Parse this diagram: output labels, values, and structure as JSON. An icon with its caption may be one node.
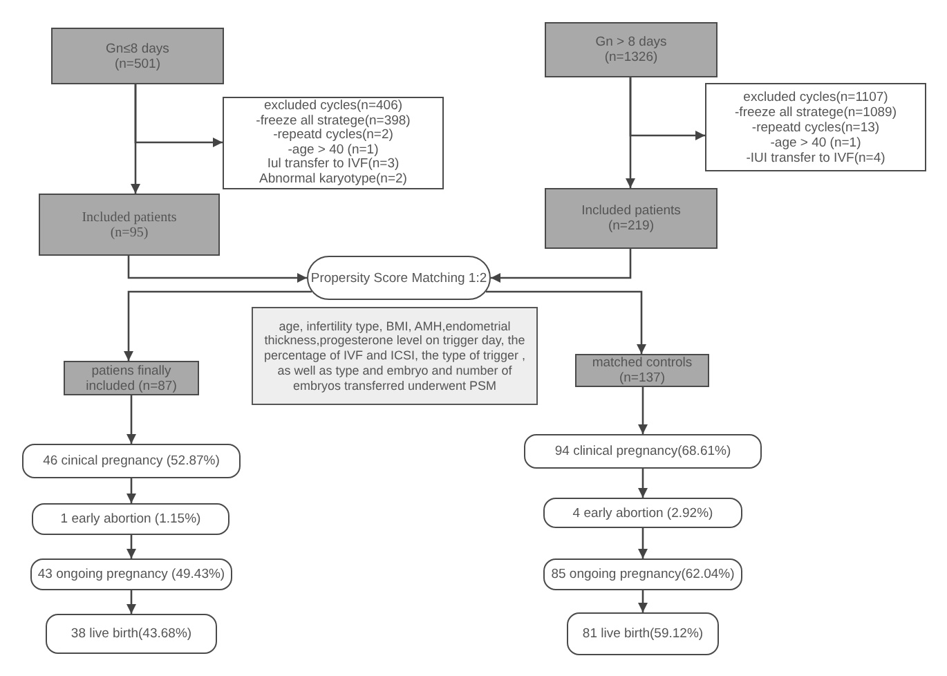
{
  "diagram": {
    "nodes": [
      {
        "text": [
          "Gn≤8 days (n=501)"
        ]
      },
      {
        "text": [
          "excluded cycles(n=406)",
          "-freeze all stratege(n=398)",
          "-repeatd cycles(n=2)",
          "-age > 40 (n=1)",
          "Iul transfer to IVF(n=3)",
          "Abnormal karyotype(n=2)"
        ]
      },
      {
        "text": [
          "Gn > 8 days (n=1326)"
        ]
      },
      {
        "text": [
          "excluded cycles(n=1107)",
          "-freeze all stratege(n=1089)",
          "-repeatd cycles(n=13)",
          "-age > 40 (n=1)",
          "-IUI transfer to IVF(n=4)"
        ]
      },
      {
        "text": [
          "Included patients (n=95)"
        ]
      },
      {
        "text": [
          "Included patients (n=219)"
        ]
      },
      {
        "text": [
          "Propersity Score Matching 1:2"
        ]
      },
      {
        "text": [
          "age, infertility type, BMI, AMH,endometrial thickness,progesterone level on trigger day, the percentage of IVF and ICSI, the type of trigger , as well as type and embryo and number of embryos transferred underwent PSM"
        ]
      },
      {
        "text": [
          "patiens finally included (n=87)"
        ]
      },
      {
        "text": [
          "matched controls (n=137)"
        ]
      },
      {
        "text": [
          "46 cinical pregnancy (52.87%)"
        ]
      },
      {
        "text": [
          "1 early abortion (1.15%)"
        ]
      },
      {
        "text": [
          "43 ongoing pregnancy (49.43%)"
        ]
      },
      {
        "text": [
          "38 live birth(43.68%)"
        ]
      },
      {
        "text": [
          "94 clinical pregnancy(68.61%)"
        ]
      },
      {
        "text": [
          "4 early abortion (2.92%)"
        ]
      },
      {
        "text": [
          "85 ongoing pregnancy(62.04%)"
        ]
      },
      {
        "text": [
          "81 live birth(59.12%)"
        ]
      }
    ],
    "edges": [
      {
        "from": 0,
        "to": 4,
        "arrow": "to"
      },
      {
        "from": 0,
        "to": 1,
        "arrow": "to"
      },
      {
        "from": 2,
        "to": 5,
        "arrow": "to"
      },
      {
        "from": 2,
        "to": 3,
        "arrow": "to"
      },
      {
        "from": 4,
        "to": 6,
        "arrow": "to"
      },
      {
        "from": 5,
        "to": 6,
        "arrow": "to"
      },
      {
        "from": 6,
        "to": 8,
        "arrow": "to"
      },
      {
        "from": 6,
        "to": 9,
        "arrow": "to"
      },
      {
        "from": 8,
        "to": 10,
        "arrow": "to"
      },
      {
        "from": 10,
        "to": 11,
        "arrow": "to"
      },
      {
        "from": 11,
        "to": 12,
        "arrow": "to"
      },
      {
        "from": 12,
        "to": 13,
        "arrow": "to"
      },
      {
        "from": 9,
        "to": 14,
        "arrow": "to"
      },
      {
        "from": 14,
        "to": 15,
        "arrow": "to"
      },
      {
        "from": 15,
        "to": 16,
        "arrow": "to"
      },
      {
        "from": 16,
        "to": 17,
        "arrow": "to"
      }
    ]
  }
}
